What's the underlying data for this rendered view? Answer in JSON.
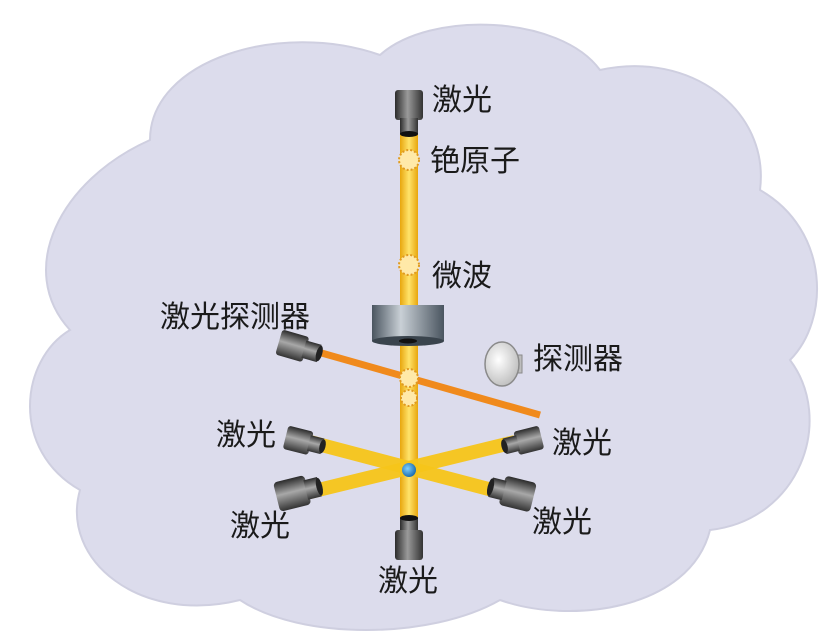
{
  "labels": {
    "laser_top": "激光",
    "cesium": "铯原子",
    "microwave": "微波",
    "laser_detector": "激光探测器",
    "detector": "探测器",
    "laser_left_upper": "激光",
    "laser_right_upper": "激光",
    "laser_left_lower": "激光",
    "laser_right_lower": "激光",
    "laser_bottom": "激光"
  },
  "colors": {
    "cloud_fill": "#dcdcec",
    "cloud_stroke": "#cfcfe0",
    "beam_yellow": "#f7c51a",
    "beam_orange": "#f08a1c",
    "atom_blue": "#2a8bd6"
  }
}
